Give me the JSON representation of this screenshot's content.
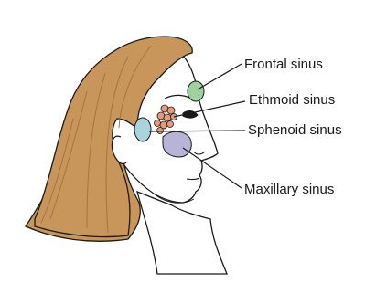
{
  "labels": {
    "frontal": "Frontal sinus",
    "ethmoid": "Ethmoid sinus",
    "sphenoid": "Sphenoid sinus",
    "maxillary": "Maxillary sinus"
  },
  "colors": {
    "hair": "#c8955a",
    "hair_shadow": "#a8743e",
    "skin": "#ffffff",
    "outline": "#1a1a1a",
    "frontal_sinus": "#9fd0a0",
    "ethmoid_sinus": "#e59a7c",
    "sphenoid_sinus": "#a9d4db",
    "maxillary_sinus": "#b7b4d8"
  }
}
